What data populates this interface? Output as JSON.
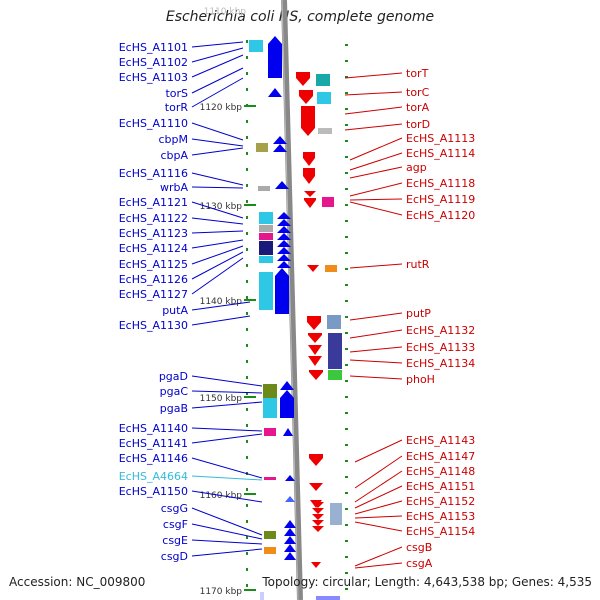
{
  "title": "Escherichia coli HS, complete genome",
  "footer": {
    "accession": "Accession: NC_009800",
    "topology": "Topology: circular; Length: 4,643,538 bp; Genes: 4,535"
  },
  "colors": {
    "left_label": "#0000cc",
    "right_label": "#cc0000",
    "highlight_label": "#33bbdd",
    "ruler": "#888888",
    "forward_gene": "#0000ee",
    "reverse_gene": "#ee0000"
  },
  "ruler_ticks": [
    {
      "label": "1120 kbp"
    },
    {
      "label": "1130 kbp"
    },
    {
      "label": "1140 kbp"
    },
    {
      "label": "1150 kbp"
    },
    {
      "label": "1160 kbp"
    },
    {
      "label": "1170 kbp"
    }
  ],
  "left_labels": [
    {
      "text": "EcHS_A1101"
    },
    {
      "text": "EcHS_A1102"
    },
    {
      "text": "EcHS_A1103"
    },
    {
      "text": "torS"
    },
    {
      "text": "torR"
    },
    {
      "text": "EcHS_A1110"
    },
    {
      "text": "cbpM"
    },
    {
      "text": "cbpA"
    },
    {
      "text": "EcHS_A1116"
    },
    {
      "text": "wrbA"
    },
    {
      "text": "EcHS_A1121"
    },
    {
      "text": "EcHS_A1122"
    },
    {
      "text": "EcHS_A1123"
    },
    {
      "text": "EcHS_A1124"
    },
    {
      "text": "EcHS_A1125"
    },
    {
      "text": "EcHS_A1126"
    },
    {
      "text": "EcHS_A1127"
    },
    {
      "text": "putA"
    },
    {
      "text": "EcHS_A1130"
    },
    {
      "text": "pgaD"
    },
    {
      "text": "pgaC"
    },
    {
      "text": "pgaB"
    },
    {
      "text": "EcHS_A1140"
    },
    {
      "text": "EcHS_A1141"
    },
    {
      "text": "EcHS_A1146"
    },
    {
      "text": "EcHS_A4664",
      "highlight": true
    },
    {
      "text": "EcHS_A1150"
    },
    {
      "text": "csgG"
    },
    {
      "text": "csgF"
    },
    {
      "text": "csgE"
    },
    {
      "text": "csgD"
    }
  ],
  "right_labels": [
    {
      "text": "torT"
    },
    {
      "text": "torC"
    },
    {
      "text": "torA"
    },
    {
      "text": "torD"
    },
    {
      "text": "EcHS_A1113"
    },
    {
      "text": "EcHS_A1114"
    },
    {
      "text": "agp"
    },
    {
      "text": "EcHS_A1118"
    },
    {
      "text": "EcHS_A1119"
    },
    {
      "text": "EcHS_A1120"
    },
    {
      "text": "rutR"
    },
    {
      "text": "putP"
    },
    {
      "text": "EcHS_A1132"
    },
    {
      "text": "EcHS_A1133"
    },
    {
      "text": "EcHS_A1134"
    },
    {
      "text": "phoH"
    },
    {
      "text": "EcHS_A1143"
    },
    {
      "text": "EcHS_A1147"
    },
    {
      "text": "EcHS_A1148"
    },
    {
      "text": "EcHS_A1151"
    },
    {
      "text": "EcHS_A1152"
    },
    {
      "text": "EcHS_A1153"
    },
    {
      "text": "EcHS_A1154"
    },
    {
      "text": "csgB"
    },
    {
      "text": "csgA"
    }
  ]
}
